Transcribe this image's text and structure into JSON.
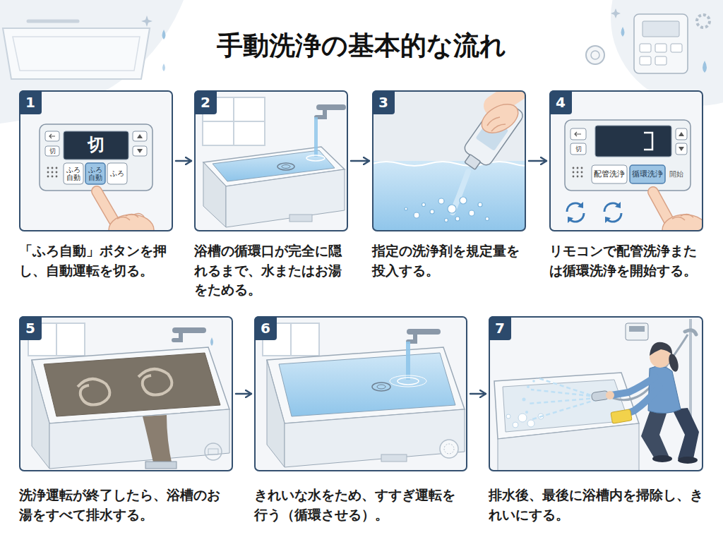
{
  "diagram": {
    "title": "手動洗浄の基本的な流れ",
    "nodes": [
      {
        "text": [
          "1",
          "「ふろ自動」ボタンを押し、自動運転を切る。"
        ]
      },
      {
        "text": [
          "2",
          "浴槽の循環口が完全に隠れるまで、水またはお湯をためる。"
        ]
      },
      {
        "text": [
          "3",
          "指定の洗浄剤を規定量を投入する。"
        ]
      },
      {
        "text": [
          "4",
          "リモコンで配管洗浄または循環洗浄を開始する。"
        ]
      },
      {
        "text": [
          "5",
          "洗浄運転が終了したら、浴槽のお湯をすべて排水する。"
        ]
      },
      {
        "text": [
          "6",
          "きれいな水をため、すすぎ運転を行う（循環させる）。"
        ]
      },
      {
        "text": [
          "7",
          "排水後、最後に浴槽内を掃除し、きれいにする。"
        ]
      }
    ],
    "edges": [
      {
        "from": 0,
        "to": 1,
        "arrow": "to"
      },
      {
        "from": 1,
        "to": 2,
        "arrow": "to"
      },
      {
        "from": 2,
        "to": 3,
        "arrow": "to"
      },
      {
        "from": 4,
        "to": 5,
        "arrow": "to"
      },
      {
        "from": 5,
        "to": 6,
        "arrow": "to"
      }
    ],
    "labels": [
      "切",
      "切",
      "ふろ自動",
      "ふろ自動",
      "ふろ",
      "切",
      "配管洗浄",
      "循環洗浄",
      "開始"
    ]
  }
}
